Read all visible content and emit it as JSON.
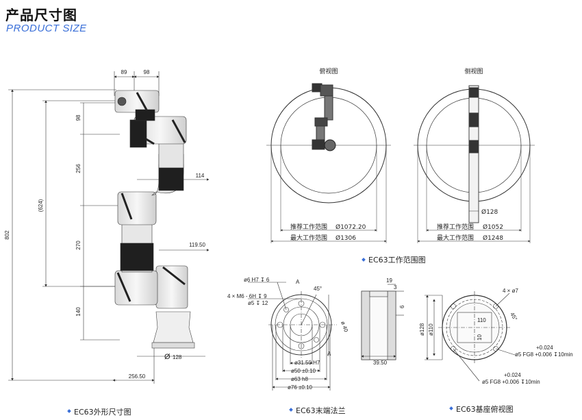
{
  "header": {
    "title_cn": "产品尺寸图",
    "title_en": "PRODUCT SIZE"
  },
  "arm_view": {
    "caption": "EC63外形尺寸图",
    "dims": {
      "top_a": "89",
      "top_b": "98",
      "total_height": "802",
      "reach": "(624)",
      "seg1": "98",
      "seg2": "256",
      "seg3": "270",
      "seg4": "140",
      "offset1": "114",
      "offset2": "119.50",
      "base_dia": "128",
      "base_len": "256.50"
    }
  },
  "top_view": {
    "title": "俯视图",
    "recommended_label": "推荐工作范围",
    "recommended_value": "Ø1072.20",
    "max_label": "最大工作范围",
    "max_value": "Ø1306"
  },
  "side_view": {
    "title": "侧视图",
    "base_dia": "Ø128",
    "recommended_label": "推荐工作范围",
    "recommended_value": "Ø1052",
    "max_label": "最大工作范围",
    "max_value": "Ø1248"
  },
  "range_caption": "EC63工作范围图",
  "flange": {
    "caption": "EC63末端法兰",
    "hole1": "ø6 H7 ↧ 6",
    "hole2_a": "4 × M6 - 6H ↧ 9",
    "hole2_b": "ø5 ↧ 12",
    "angle": "45°",
    "section_a": "A",
    "d1": "ø31.50 H7",
    "d2": "ø50 ±0.10",
    "d3": "ø63 h8",
    "d4": "ø76 ±0.10",
    "pcd": "ø 40",
    "sec_w1": "19",
    "sec_w2": "3",
    "sec_h": "6",
    "sec_len": "39.50"
  },
  "base_top": {
    "caption": "EC63基座俯视图",
    "holes": "4 × ø7",
    "angle": "45°",
    "d1": "ø128",
    "d2": "ø110",
    "inner1": "110",
    "inner2": "10",
    "tol1_a": "+0.024",
    "tol1_b": "ø5 FG8 +0.006 ↧10min",
    "tol2_a": "+0.024",
    "tol2_b": "ø5 FG8 +0.006 ↧10min"
  }
}
